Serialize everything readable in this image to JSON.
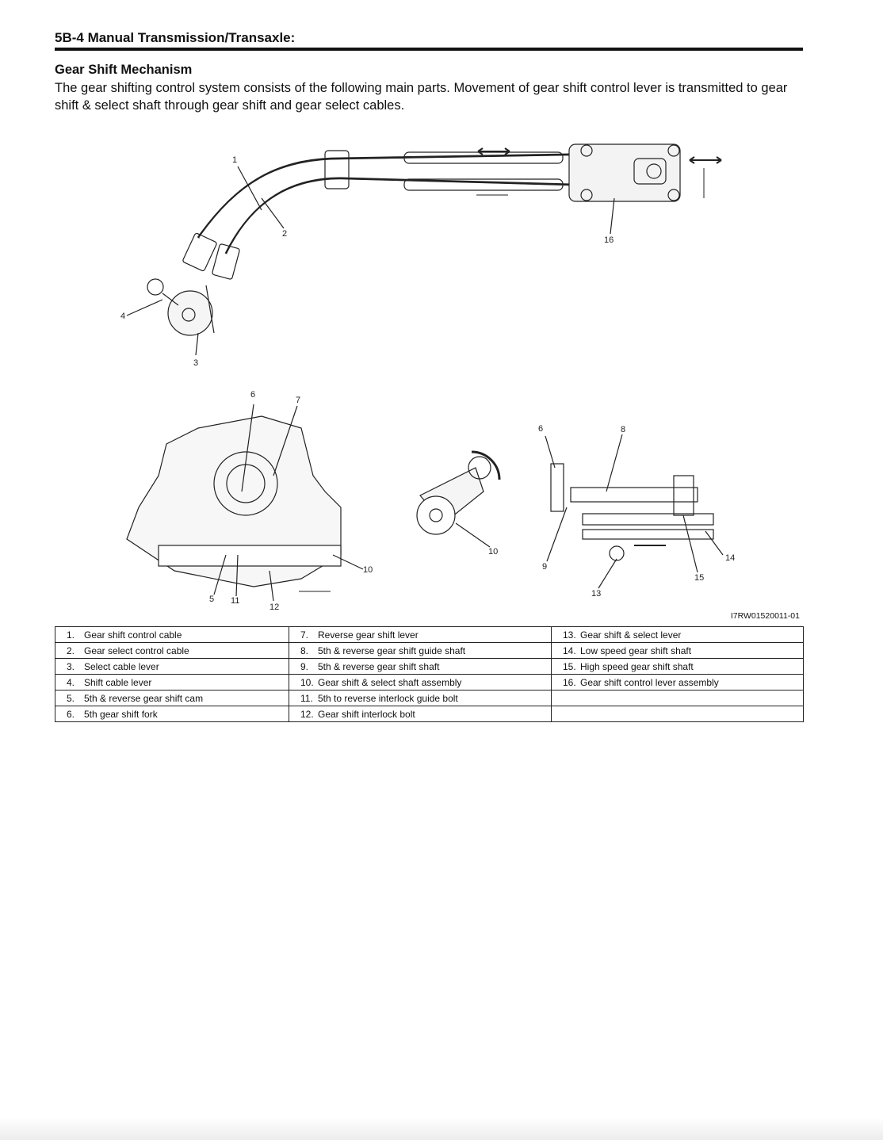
{
  "header": {
    "title": "5B-4  Manual Transmission/Transaxle:"
  },
  "section": {
    "title": "Gear Shift Mechanism",
    "intro": "The gear shifting control system consists of the following main parts. Movement of gear shift control lever is transmitted to gear shift & select shaft through gear shift and gear select cables."
  },
  "figure": {
    "reference": "I7RW01520011-01",
    "callouts": {
      "c1": "1",
      "c2": "2",
      "c3": "3",
      "c4": "4",
      "c16": "16",
      "c6a": "6",
      "c7": "7",
      "c5": "5",
      "c11": "11",
      "c12": "12",
      "c10a": "10",
      "c10b": "10",
      "c6b": "6",
      "c8": "8",
      "c9": "9",
      "c13": "13",
      "c14": "14",
      "c15": "15"
    }
  },
  "legend": {
    "rows": [
      [
        {
          "num": "1.",
          "text": "Gear shift control cable"
        },
        {
          "num": "7.",
          "text": "Reverse gear shift lever"
        },
        {
          "num": "13.",
          "text": "Gear shift & select lever"
        }
      ],
      [
        {
          "num": "2.",
          "text": "Gear select control cable"
        },
        {
          "num": "8.",
          "text": "5th & reverse gear shift guide shaft"
        },
        {
          "num": "14.",
          "text": "Low speed gear shift shaft"
        }
      ],
      [
        {
          "num": "3.",
          "text": "Select cable lever"
        },
        {
          "num": "9.",
          "text": "5th & reverse gear shift shaft"
        },
        {
          "num": "15.",
          "text": "High speed gear shift shaft"
        }
      ],
      [
        {
          "num": "4.",
          "text": "Shift cable lever"
        },
        {
          "num": "10.",
          "text": "Gear shift & select shaft assembly"
        },
        {
          "num": "16.",
          "text": "Gear shift control lever assembly"
        }
      ],
      [
        {
          "num": "5.",
          "text": "5th & reverse gear shift cam"
        },
        {
          "num": "11.",
          "text": "5th to reverse interlock guide bolt"
        },
        {
          "num": "",
          "text": ""
        }
      ],
      [
        {
          "num": "6.",
          "text": "5th gear shift fork"
        },
        {
          "num": "12.",
          "text": "Gear shift interlock bolt"
        },
        {
          "num": "",
          "text": ""
        }
      ]
    ]
  }
}
